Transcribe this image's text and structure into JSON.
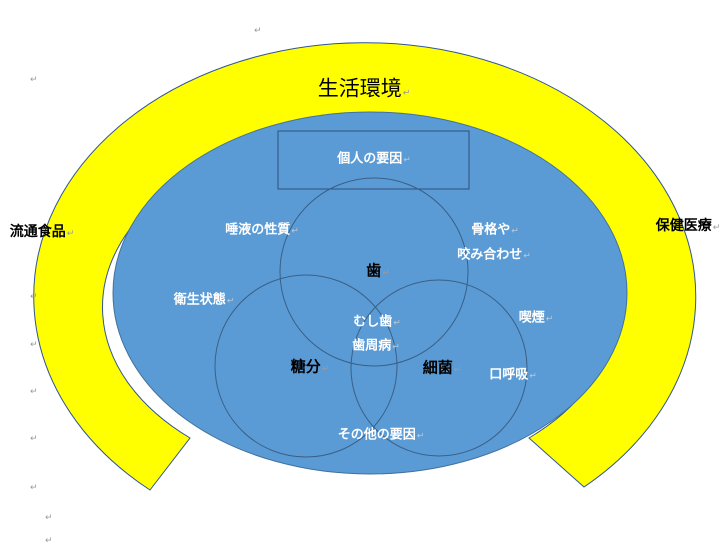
{
  "title": "生活環境",
  "outer_ring": {
    "left_label": "流通食品",
    "right_label": "保健医療",
    "color": "#ffff00"
  },
  "inner_ellipse": {
    "color": "#5b9bd5",
    "box_label": "個人の要因"
  },
  "factors": {
    "saliva": "唾液の性質",
    "bone1": "骨格や",
    "bone2": "咬み合わせ",
    "hygiene": "衛生状態",
    "smoking": "喫煙",
    "mouth_breathing": "口呼吸",
    "other": "その他の要因"
  },
  "circles": {
    "tooth": "歯",
    "sugar": "糖分",
    "bacteria": "細菌"
  },
  "overlap": {
    "line1": "むし歯",
    "line2": "歯周病"
  },
  "return_mark": "↵"
}
